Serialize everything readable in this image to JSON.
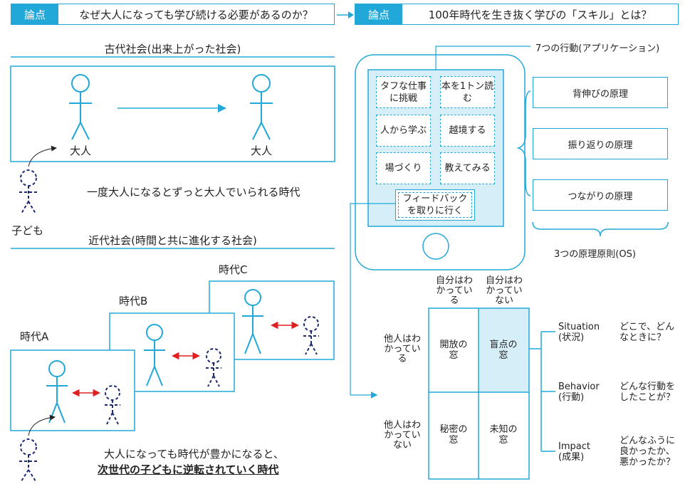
{
  "header_left": {
    "tag": "論点",
    "question": "なぜ大人になっても学び続ける必要があるのか？"
  },
  "header_right": {
    "tag": "論点",
    "question": "100年時代を生き抜く学びの「スキル」とは？"
  },
  "ancient": {
    "title": "古代社会(出来上がった社会)",
    "adult_left": "大人",
    "adult_right": "大人",
    "child": "子ども",
    "caption": "一度大人になるとずっと大人でいられる時代"
  },
  "modern": {
    "title": "近代社会(時間と共に進化する社会)",
    "era_a": "時代A",
    "era_b": "時代B",
    "era_c": "時代C",
    "caption1": "大人になっても時代が豊かになると、",
    "caption2": "次世代の子どもに逆転されていく時代"
  },
  "phone": {
    "apps_label": "7つの行動(アプリケーション)",
    "actions": [
      "タフな仕事に挑戦",
      "本を1トン読む",
      "人から学ぶ",
      "越境する",
      "場づくり",
      "教えてみる",
      "フィードバックを取りに行く"
    ],
    "principles": [
      "背伸びの原理",
      "振り返りの原理",
      "つながりの原理"
    ],
    "os_label": "3つの原理原則(OS)"
  },
  "johari": {
    "col_headers": [
      "自分はわかっている",
      "自分はわかっていない"
    ],
    "row_headers": [
      "他人はわかっている",
      "他人はわかっていない"
    ],
    "cells": [
      "開放の窓",
      "盲点の窓",
      "秘密の窓",
      "未知の窓"
    ]
  },
  "sbi": [
    {
      "term": "Situation",
      "jp": "(状況)",
      "question": "どこで、どんなときに？"
    },
    {
      "term": "Behavior",
      "jp": "(行動)",
      "question": "どんな行動をしたことが？"
    },
    {
      "term": "Impact",
      "jp": "(成果)",
      "question": "どんなふうに良かったか、悪かったか？"
    }
  ],
  "colors": {
    "accent": "#22a8d8",
    "navy": "#1e2a6e",
    "red": "#e02020",
    "highlight": "#d6eef8"
  }
}
